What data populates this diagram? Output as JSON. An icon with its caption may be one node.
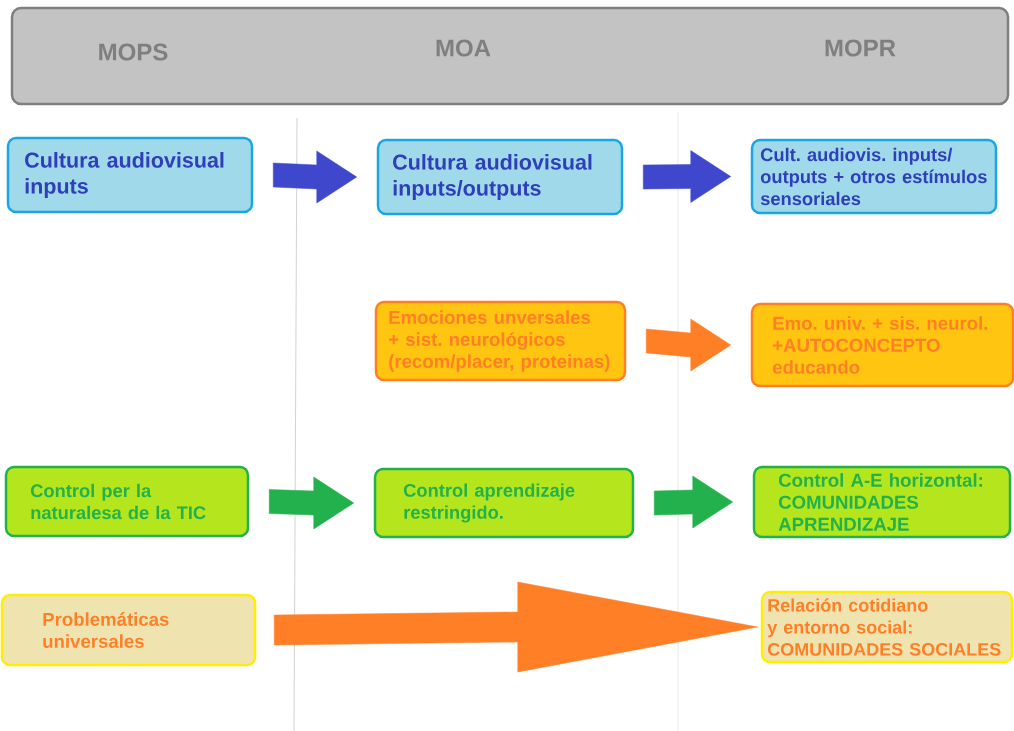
{
  "diagram": {
    "nodes": [
      {
        "text": [
          "MOPS",
          "MOA",
          "MOPR"
        ]
      },
      {
        "text": [
          "Cultura audiovisual inputs"
        ]
      },
      {
        "text": [
          "Cultura audiovisual inputs/outputs"
        ]
      },
      {
        "text": [
          "Cult. audiovis. inputs/ outputs + otros estímulos sensoriales"
        ]
      },
      {
        "text": [
          "Emociones unversales + sist. neurológicos (recom/placer, proteinas)"
        ]
      },
      {
        "text": [
          "Emo. univ. + sis. neurol. +AUTOCONCEPTO educando"
        ]
      },
      {
        "text": [
          "Control per la naturalesa de la TIC"
        ]
      },
      {
        "text": [
          "Control aprendizaje restringido."
        ]
      },
      {
        "text": [
          "Control A-E horizontal: COMUNIDADES APRENDIZAJE"
        ]
      },
      {
        "text": [
          "Problemáticas universales"
        ]
      },
      {
        "text": [
          "Relación cotidiano y entorno social: COMUNIDADES SOCIALES"
        ]
      }
    ],
    "edges": [
      {
        "from": 1,
        "to": 2,
        "arrow": "to",
        "color": "#3f48cc"
      },
      {
        "from": 2,
        "to": 3,
        "arrow": "to",
        "color": "#3f48cc"
      },
      {
        "from": 4,
        "to": 5,
        "arrow": "to",
        "color": "#ff7f27"
      },
      {
        "from": 6,
        "to": 7,
        "arrow": "to",
        "color": "#22b14c"
      },
      {
        "from": 7,
        "to": 8,
        "arrow": "to",
        "color": "#22b14c"
      },
      {
        "from": 9,
        "to": 10,
        "arrow": "to",
        "color": "#ff7f27"
      }
    ]
  }
}
